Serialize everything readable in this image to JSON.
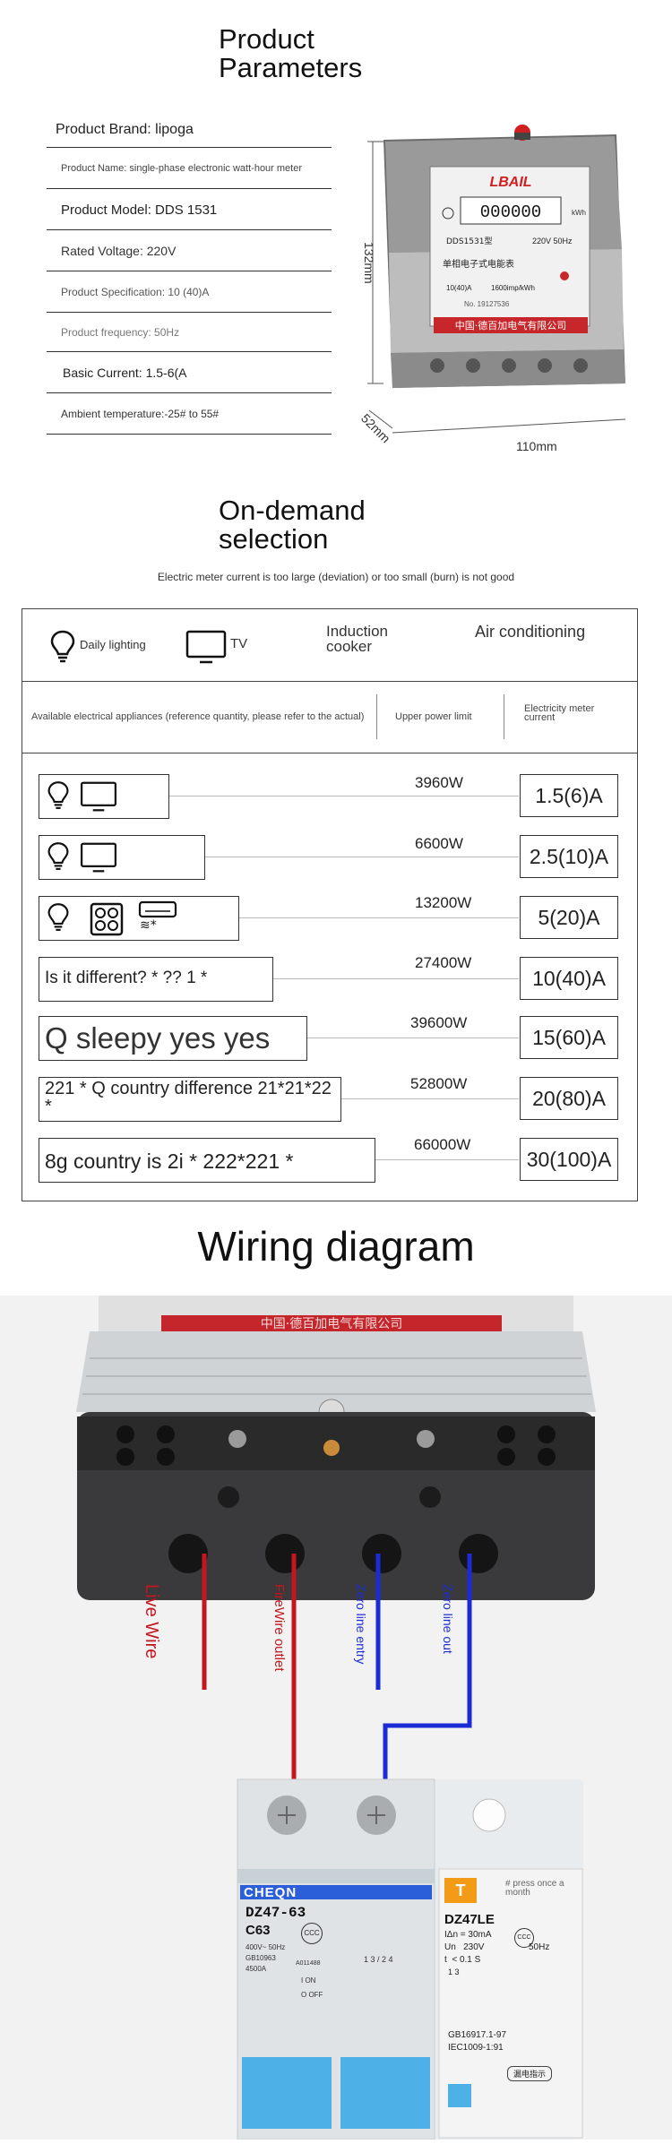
{
  "params": {
    "title_line1": "Product",
    "title_line2": "Parameters",
    "rows": [
      "Product Brand: lipoga",
      "Product Name: single-phase electronic watt-hour meter",
      "Product Model: DDS 1531",
      "Rated Voltage: 220V",
      "Product Specification: 10 (40)A",
      "Product frequency: 50Hz",
      "Basic Current: 1.5-6(A",
      "Ambient temperature:-25# to 55#"
    ],
    "dim_height": "132mm",
    "dim_depth": "52mm",
    "dim_width": "110mm",
    "meter": {
      "brand": "LBAIL",
      "model": "DDS1531型",
      "spec": "220V 50Hz",
      "label_cn": "单相电子式电能表",
      "current": "10(40)A",
      "const": "1600imp/kWh",
      "maker_cn": "中国·德百加电气有限公司",
      "digits": "000000",
      "unit": "kWh",
      "serial": "No. 19127536"
    }
  },
  "selection": {
    "title_line1": "On-demand",
    "title_line2": "selection",
    "subtitle": "Electric meter current is too large (deviation) or too small (burn) is not good",
    "appliances": [
      "Daily lighting",
      "TV",
      "Induction cooker",
      "Air conditioning"
    ],
    "header_left": "Available electrical appliances (reference quantity, please refer to the actual)",
    "header_mid": "Upper power limit",
    "header_right": "Electricity meter current",
    "rows": [
      {
        "text": "",
        "icons": "bulb,tv",
        "watts": "3960W",
        "current": "1.5(6)A"
      },
      {
        "text": "",
        "icons": "bulb,tv",
        "watts": "6600W",
        "current": "2.5(10)A"
      },
      {
        "text": "",
        "icons": "bulb,cooker,ac",
        "ac_mark": "≋*",
        "watts": "13200W",
        "current": "5(20)A"
      },
      {
        "text": "Is it different? * ?? 1 *",
        "watts": "27400W",
        "current": "10(40)A"
      },
      {
        "text": "Q sleepy yes yes",
        "watts": "39600W",
        "current": "15(60)A"
      },
      {
        "text": "221 * Q country difference 21*21*22 *",
        "watts": "52800W",
        "current": "20(80)A"
      },
      {
        "text": "8g country is 2i * 222*221 *",
        "watts": "66000W",
        "current": "30(100)A"
      }
    ]
  },
  "wiring": {
    "title": "Wiring diagram",
    "labels": [
      "Live Wire",
      "FireWire outlet",
      "Zero line entry",
      "Zero line out"
    ],
    "meter_maker_cn": "中国·德百加电气有限公司",
    "breaker1": {
      "brand": "CHEQN",
      "model": "DZ47-63",
      "rating": "C63",
      "specs": "400V~ 50Hz GB10963 4500A",
      "code": "A011488",
      "on": "I ON",
      "off": "O OFF",
      "poles": "1 3 / 2 4"
    },
    "breaker2": {
      "badge": "T",
      "model": "DZ47LE",
      "in_label": "IΔn = 30mA",
      "un_label": "Un   230V",
      "hz": "50Hz",
      "time": "t  < 0.1 S",
      "note": "# press once a month",
      "std1": "GB16917.1-97",
      "std2": "IEC1009-1:91",
      "tag_cn": "漏电指示",
      "poles": "1 3"
    }
  },
  "colors": {
    "live": "#c4161c",
    "neutral": "#1b2bd6",
    "cheqn": "#2b5fd9",
    "badge": "#f39a16",
    "box_blue": "#4db0e6"
  }
}
